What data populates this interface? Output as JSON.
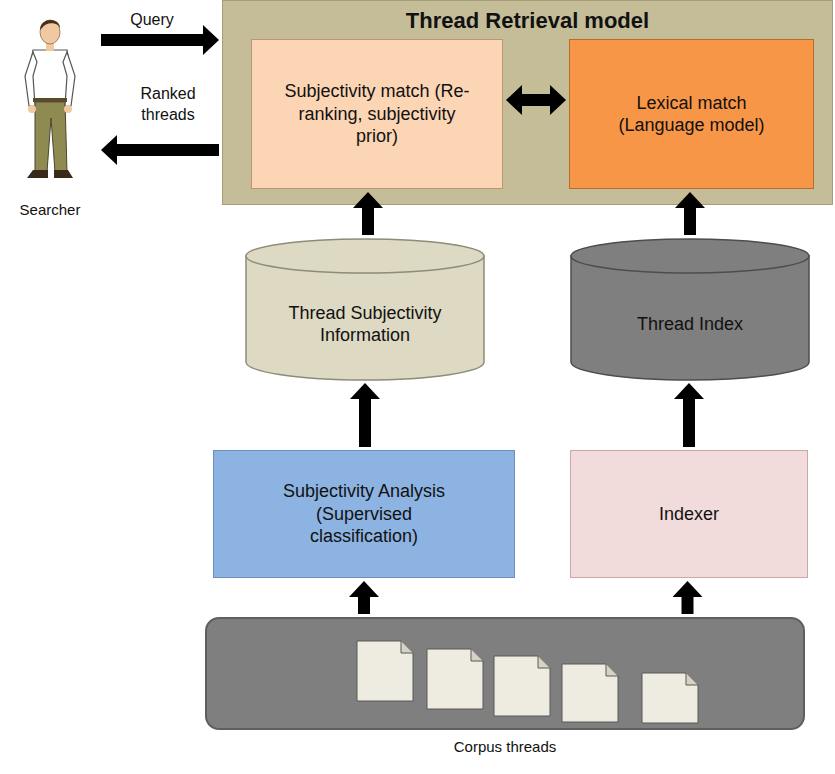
{
  "diagram": {
    "nodes": [
      {
        "text": [
          "Searcher"
        ]
      },
      {
        "text": [
          "Thread Retrieval model"
        ]
      },
      {
        "text": [
          "Subjectivity match (Re-ranking, subjectivity prior)"
        ],
        "in": 1
      },
      {
        "text": [
          "Lexical match (Language model)"
        ],
        "in": 1
      },
      {
        "text": [
          "Thread Subjectivity Information"
        ]
      },
      {
        "text": [
          "Thread Index"
        ]
      },
      {
        "text": [
          "Subjectivity Analysis (Supervised classification)"
        ]
      },
      {
        "text": [
          "Indexer"
        ]
      },
      {
        "text": [
          "Corpus threads"
        ]
      }
    ],
    "edges": [
      {
        "from": 0,
        "to": 1,
        "label": "Query",
        "arrow": "to"
      },
      {
        "from": 1,
        "to": 0,
        "label": "Ranked threads",
        "arrow": "to"
      },
      {
        "from": 2,
        "to": 3,
        "arrow": "both"
      },
      {
        "from": 4,
        "to": 2,
        "arrow": "to"
      },
      {
        "from": 5,
        "to": 3,
        "arrow": "to"
      },
      {
        "from": 6,
        "to": 4,
        "arrow": "to"
      },
      {
        "from": 7,
        "to": 5,
        "arrow": "to"
      },
      {
        "from": 8,
        "to": 6,
        "arrow": "to"
      },
      {
        "from": 8,
        "to": 7,
        "arrow": "to"
      }
    ]
  }
}
